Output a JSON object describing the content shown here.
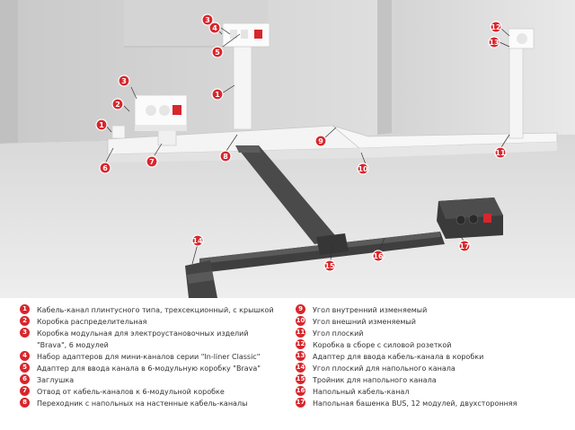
{
  "colors": {
    "accent": "#d8262c",
    "wall": "#dcdcdc",
    "floor": "#e3e3e3",
    "channel": "#4a4a4a"
  },
  "legend": {
    "left": [
      {
        "num": "1",
        "text": "Кабель-канал плинтусного типа, трехсекционный, с крышкой"
      },
      {
        "num": "2",
        "text": "Коробка распределительная"
      },
      {
        "num": "3",
        "text": "Коробка модульная для электроустановочных изделий \"Brava\", 6 модулей"
      },
      {
        "num": "4",
        "text": "Набор адаптеров для мини-каналов серии \"In-liner Classic\""
      },
      {
        "num": "5",
        "text": "Адаптер для ввода канала в 6-модульную коробку \"Brava\""
      },
      {
        "num": "6",
        "text": "Заглушка"
      },
      {
        "num": "7",
        "text": "Отвод от кабель-каналов к 6-модульной коробке"
      },
      {
        "num": "8",
        "text": "Переходник с напольных на настенные кабель-каналы"
      }
    ],
    "right": [
      {
        "num": "9",
        "text": "Угол внутренний изменяемый"
      },
      {
        "num": "10",
        "text": "Угол внешний изменяемый"
      },
      {
        "num": "11",
        "text": "Угол плоский"
      },
      {
        "num": "12",
        "text": "Коробка в сборе с силовой розеткой"
      },
      {
        "num": "13",
        "text": "Адаптер для ввода кабель-канала в коробки"
      },
      {
        "num": "14",
        "text": "Угол плоский для напольного канала"
      },
      {
        "num": "15",
        "text": "Тройник для напольного канала"
      },
      {
        "num": "16",
        "text": "Напольный кабель-канал"
      },
      {
        "num": "17",
        "text": "Напольная башенка BUS, 12 модулей, двухсторонняя"
      }
    ]
  },
  "callouts": [
    "1",
    "2",
    "3",
    "4",
    "5",
    "6",
    "7",
    "8",
    "9",
    "10",
    "11",
    "12",
    "13",
    "14",
    "15",
    "16",
    "17"
  ]
}
